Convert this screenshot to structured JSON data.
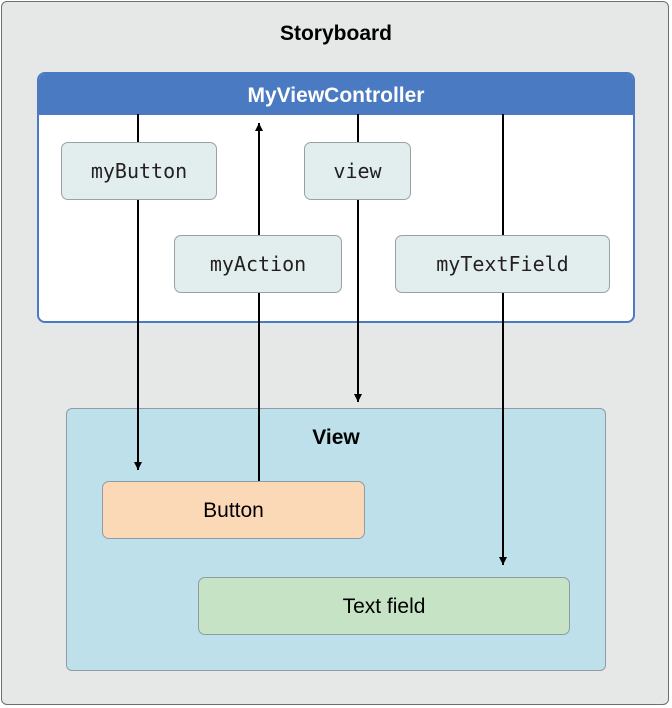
{
  "storyboard": {
    "title": "Storyboard"
  },
  "view_controller": {
    "title": "MyViewController",
    "outlets": {
      "my_button": "myButton",
      "view": "view",
      "my_action": "myAction",
      "my_text_field": "myTextField"
    }
  },
  "view": {
    "title": "View",
    "button_label": "Button",
    "text_field_label": "Text field"
  },
  "colors": {
    "storyboard_bg": "#e6e7e7",
    "controller_header": "#4a7ac2",
    "outlet_pill": "#e2eeee",
    "view_bg": "#bde0ea",
    "button_bg": "#fcd9b6",
    "text_field_bg": "#c6e3c5"
  }
}
